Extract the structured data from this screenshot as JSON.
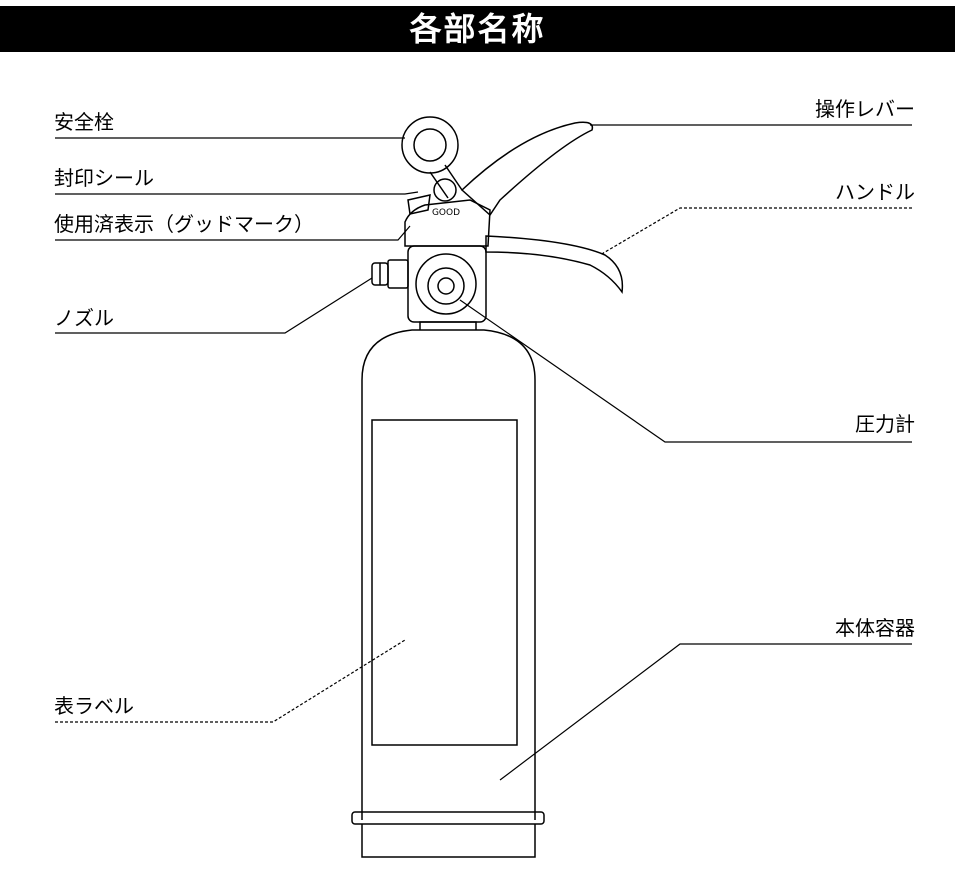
{
  "title": "各部名称",
  "labels": {
    "safety_pin": "安全栓",
    "seal": "封印シール",
    "used_indicator": "使用済表示（グッドマーク）",
    "nozzle": "ノズル",
    "front_label": "表ラベル",
    "operating_lever": "操作レバー",
    "handle": "ハンドル",
    "pressure_gauge": "圧力計",
    "body_container": "本体容器"
  },
  "diagram_text": {
    "good_mark": "GOOD"
  }
}
